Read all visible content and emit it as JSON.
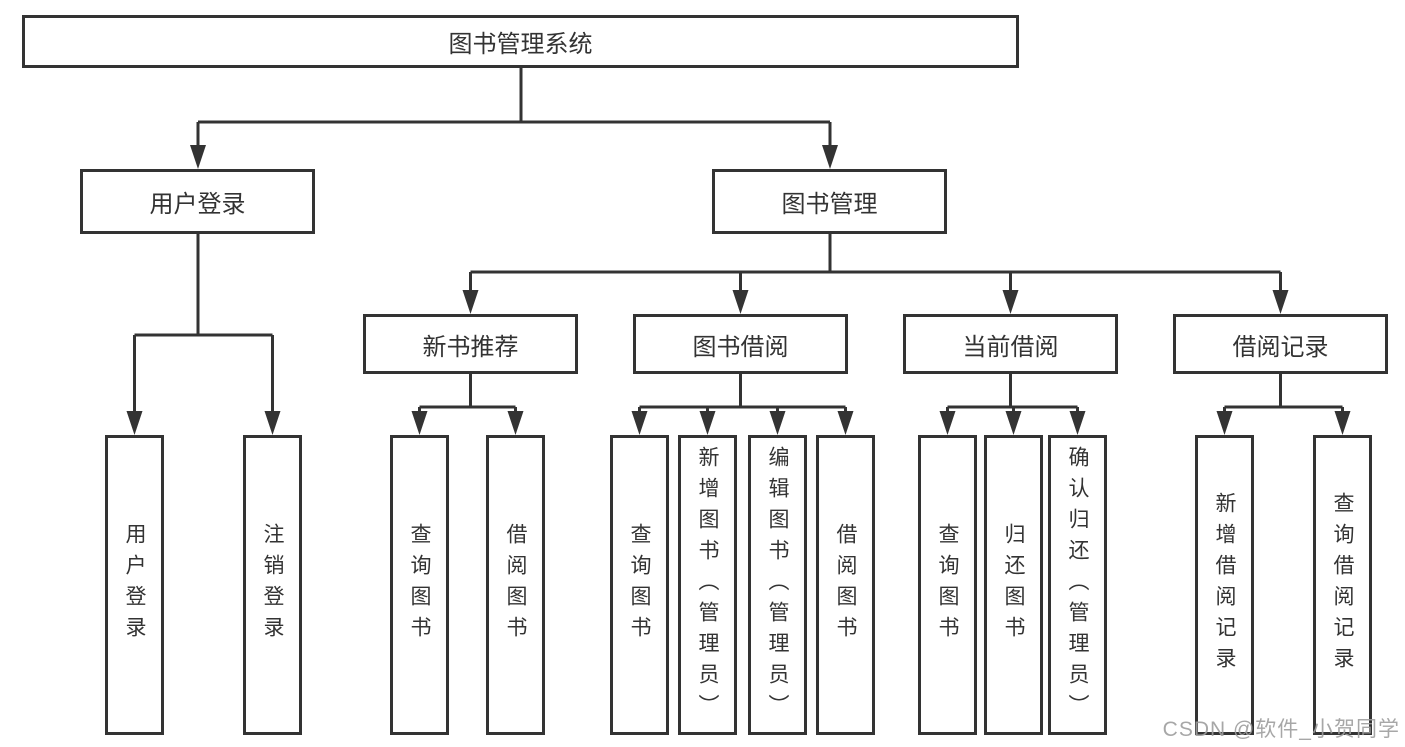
{
  "root": {
    "label": "图书管理系统"
  },
  "branches": [
    {
      "label": "用户登录",
      "children": [
        {
          "label": "用户登录"
        },
        {
          "label": "注销登录"
        }
      ]
    },
    {
      "label": "图书管理",
      "children": [
        {
          "label": "新书推荐",
          "children": [
            {
              "label": "查询图书"
            },
            {
              "label": "借阅图书"
            }
          ]
        },
        {
          "label": "图书借阅",
          "children": [
            {
              "label": "查询图书"
            },
            {
              "label": "新增图书（管理员）"
            },
            {
              "label": "编辑图书（管理员）"
            },
            {
              "label": "借阅图书"
            }
          ]
        },
        {
          "label": "当前借阅",
          "children": [
            {
              "label": "查询图书"
            },
            {
              "label": "归还图书"
            },
            {
              "label": "确认归还（管理员）"
            }
          ]
        },
        {
          "label": "借阅记录",
          "children": [
            {
              "label": "新增借阅记录"
            },
            {
              "label": "查询借阅记录"
            }
          ]
        }
      ]
    }
  ],
  "watermark": {
    "text": "CSDN @软件_小贺同学"
  },
  "colors": {
    "line": "#333333",
    "text": "#333333",
    "box_bg": "#ffffff",
    "watermark": "#9e9e9e"
  }
}
